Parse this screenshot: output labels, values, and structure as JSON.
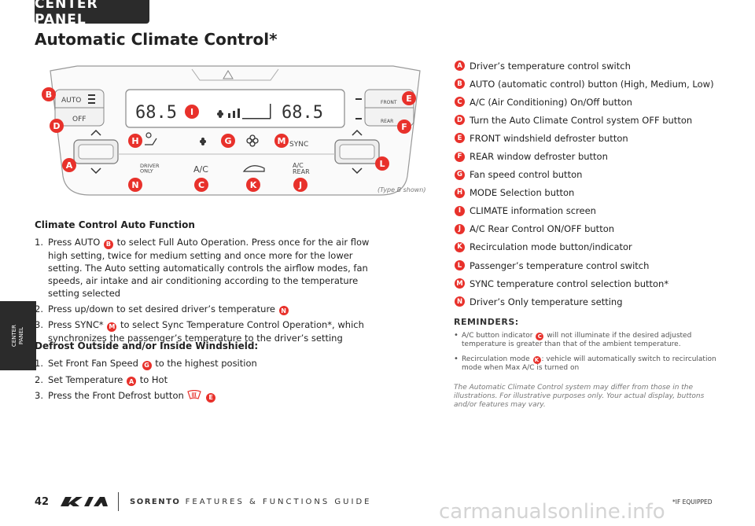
{
  "header": {
    "section_tab": "CENTER PANEL",
    "title": "Automatic Climate Control*"
  },
  "side_tab": {
    "label": "CENTER\nPANEL"
  },
  "panel": {
    "display_left_temp": "68.5",
    "display_right_temp": "68.5",
    "auto_label": "AUTO",
    "off_label": "OFF",
    "front_label": "FRONT",
    "rear_label": "REAR",
    "sync_label": "SYNC",
    "driver_only_label": "DRIVER\nONLY",
    "ac_label": "A/C",
    "ac_rear_label": "A/C\nREAR",
    "type_note": "(Type B shown)"
  },
  "section1": {
    "heading": "Climate Control Auto Function",
    "steps": [
      {
        "num": "1.",
        "pre": "Press AUTO",
        "badge": "B",
        "post": "to select Full Auto Operation. Press once for the air flow high setting, twice for medium setting and once more for the lower setting. The Auto setting automatically controls the airflow modes, fan speeds, air intake and air conditioning according to the temperature setting selected"
      },
      {
        "num": "2.",
        "pre": "Press up/down to set desired driver’s temperature",
        "badge": "N",
        "post": ""
      },
      {
        "num": "3.",
        "pre": "Press SYNC*",
        "badge": "M",
        "post": "to select Sync Temperature Control Operation*, which synchronizes the passenger’s temperature to the driver’s setting"
      }
    ]
  },
  "section2": {
    "heading": "Defrost Outside and/or Inside Windshield:",
    "steps": [
      {
        "num": "1.",
        "pre": "Set Front Fan Speed",
        "badge": "G",
        "post": "to the highest position"
      },
      {
        "num": "2.",
        "pre": "Set Temperature",
        "badge": "A",
        "post": "to Hot"
      },
      {
        "num": "3.",
        "pre": "Press the Front Defrost button",
        "badge": "E",
        "post": ""
      }
    ]
  },
  "legend": [
    {
      "letter": "A",
      "text": "Driver’s temperature control switch"
    },
    {
      "letter": "B",
      "text": "AUTO (automatic control) button (High, Medium, Low)"
    },
    {
      "letter": "C",
      "text": "A/C (Air Conditioning) On/Off button"
    },
    {
      "letter": "D",
      "text": "Turn the Auto Climate Control system OFF button"
    },
    {
      "letter": "E",
      "text": "FRONT windshield defroster button"
    },
    {
      "letter": "F",
      "text": "REAR window defroster button"
    },
    {
      "letter": "G",
      "text": "Fan speed control button"
    },
    {
      "letter": "H",
      "text": "MODE Selection button"
    },
    {
      "letter": "I",
      "text": "CLIMATE information screen"
    },
    {
      "letter": "J",
      "text": "A/C Rear Control ON/OFF button"
    },
    {
      "letter": "K",
      "text": "Recirculation mode button/indicator"
    },
    {
      "letter": "L",
      "text": "Passenger’s temperature control switch"
    },
    {
      "letter": "M",
      "text": "SYNC temperature control selection button*"
    },
    {
      "letter": "N",
      "text": "Driver’s Only temperature setting"
    }
  ],
  "reminders": {
    "title": "REMINDERS:",
    "items": [
      {
        "pre": "A/C button indicator",
        "badge": "C",
        "post": "will not illuminate if the desired adjusted temperature is greater than that of the ambient temperature."
      },
      {
        "pre": "Recirculation mode",
        "badge": "K",
        "post": ": vehicle will automatically switch to recirculation mode when Max A/C is turned on"
      }
    ]
  },
  "disclaimer": "The Automatic Climate Control system may differ from those in the illustrations. For illustrative purposes only. Your actual display, buttons and/or features may vary.",
  "footer": {
    "page_number": "42",
    "model": "SORENTO",
    "guide": "FEATURES & FUNCTIONS GUIDE",
    "if_equipped": "*IF EQUIPPED"
  },
  "watermark": "carmanualsonline.info",
  "colors": {
    "badge_red": "#e8312b",
    "tab_dark": "#2b2b2b"
  }
}
